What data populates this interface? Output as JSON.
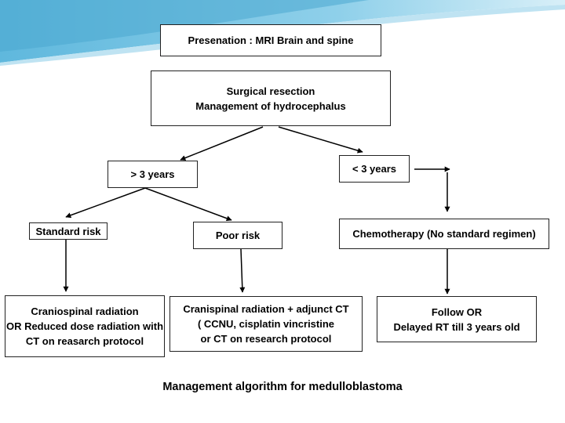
{
  "theme": {
    "accent": "#5fb8dd",
    "accent_light": "#bfe3f2",
    "border": "#222222",
    "text": "#000000"
  },
  "nodes": {
    "presentation": {
      "lines": [
        "Presenation : MRI Brain and spine"
      ]
    },
    "surgery": {
      "lines": [
        "Surgical resection",
        "Management of hydrocephalus"
      ]
    },
    "over3": {
      "lines": [
        "> 3 years"
      ]
    },
    "under3": {
      "lines": [
        "< 3 years"
      ]
    },
    "standard_risk": {
      "lines": [
        "Standard risk"
      ]
    },
    "poor_risk": {
      "lines": [
        "Poor risk"
      ]
    },
    "chemo": {
      "lines": [
        "Chemotherapy (No standard regimen)"
      ]
    },
    "standard_treatment": {
      "lines": [
        "Craniospinal radiation",
        "OR Reduced dose radiation with",
        "CT on reasarch protocol"
      ]
    },
    "poor_treatment": {
      "lines": [
        "Cranispinal radiation + adjunct CT",
        "( CCNU, cisplatin vincristine",
        "or CT on research protocol"
      ]
    },
    "follow": {
      "lines": [
        "Follow  OR",
        "Delayed RT till 3 years old"
      ]
    }
  },
  "caption": "Management algorithm for medulloblastoma"
}
